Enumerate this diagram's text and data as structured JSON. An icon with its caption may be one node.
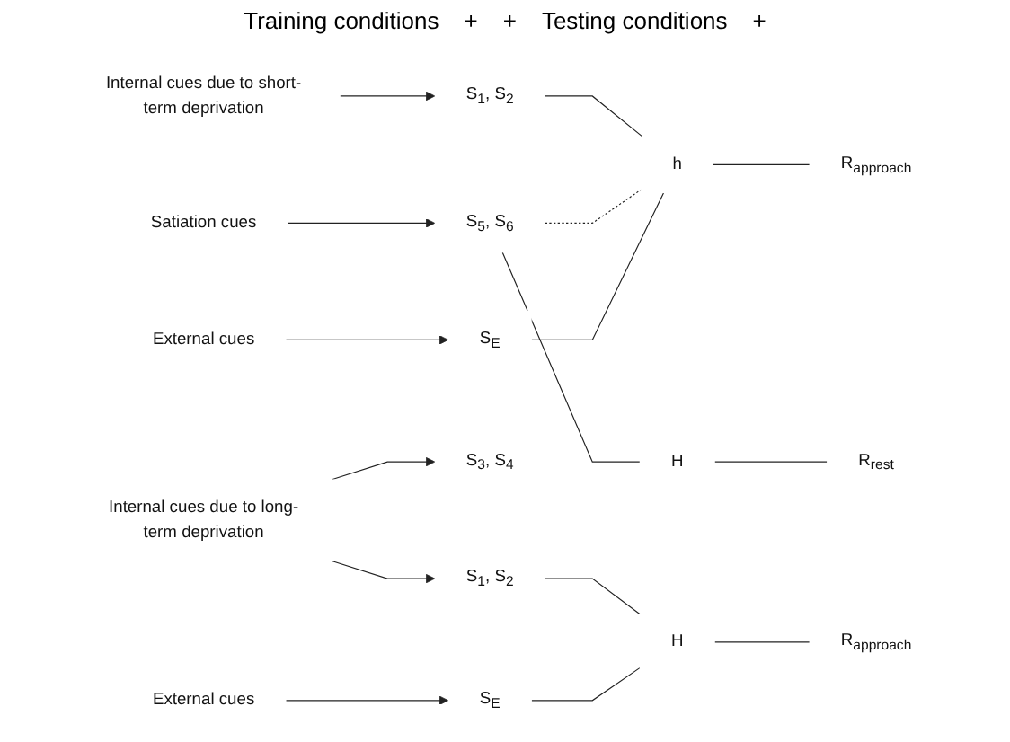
{
  "diagram": {
    "nodes": [
      {
        "text": [
          "Internal cues due to short-term deprivation"
        ]
      },
      {
        "text": [
          "S$_{1}$, S$_{2}$"
        ]
      },
      {
        "text": [
          "h"
        ]
      },
      {
        "text": [
          "R$_{approach}$"
        ]
      },
      {
        "text": [
          "Satiation cues"
        ]
      },
      {
        "text": [
          "S$_{5}$, S$_{6}$"
        ]
      },
      {
        "text": [
          "H"
        ]
      },
      {
        "text": [
          "R$_{rest}$"
        ]
      },
      {
        "text": [
          "External cues"
        ]
      },
      {
        "text": [
          "S$_{E}$"
        ]
      },
      {
        "text": [
          "Internal cues due to long-term deprivation"
        ]
      },
      {
        "text": [
          "S$_{3}$, S$_{4}$"
        ]
      },
      {
        "text": [
          "S$_{1}$, S$_{2}$"
        ]
      },
      {
        "text": [
          "External cues"
        ]
      },
      {
        "text": [
          "S$_{E}$"
        ]
      },
      {
        "text": [
          "H"
        ]
      },
      {
        "text": [
          "R$_{approach}$"
        ]
      }
    ],
    "edges": [
      {
        "from": 0,
        "to": 1,
        "arrow": "to"
      },
      {
        "from": 1,
        "to": 2,
        "arrow": "none"
      },
      {
        "from": 2,
        "to": 3,
        "arrow": "none"
      },
      {
        "from": 4,
        "to": 5,
        "arrow": "to"
      },
      {
        "from": 5,
        "to": 6,
        "arrow": "none"
      },
      {
        "from": 6,
        "to": 7,
        "arrow": "none"
      },
      {
        "from": 5,
        "to": 2,
        "arrow": "none",
        "style": "dashed"
      },
      {
        "from": 8,
        "to": 9,
        "arrow": "to"
      },
      {
        "from": 9,
        "to": 2,
        "arrow": "none"
      },
      {
        "from": 10,
        "to": 11,
        "arrow": "to"
      },
      {
        "from": 10,
        "to": 12,
        "arrow": "to"
      },
      {
        "from": 13,
        "to": 14,
        "arrow": "to"
      },
      {
        "from": 12,
        "to": 15,
        "arrow": "none"
      },
      {
        "from": 14,
        "to": 15,
        "arrow": "none"
      },
      {
        "from": 15,
        "to": 16,
        "arrow": "none"
      }
    ],
    "labels": [
      "Training conditions",
      "+",
      "+",
      "Testing conditions",
      "+"
    ]
  }
}
